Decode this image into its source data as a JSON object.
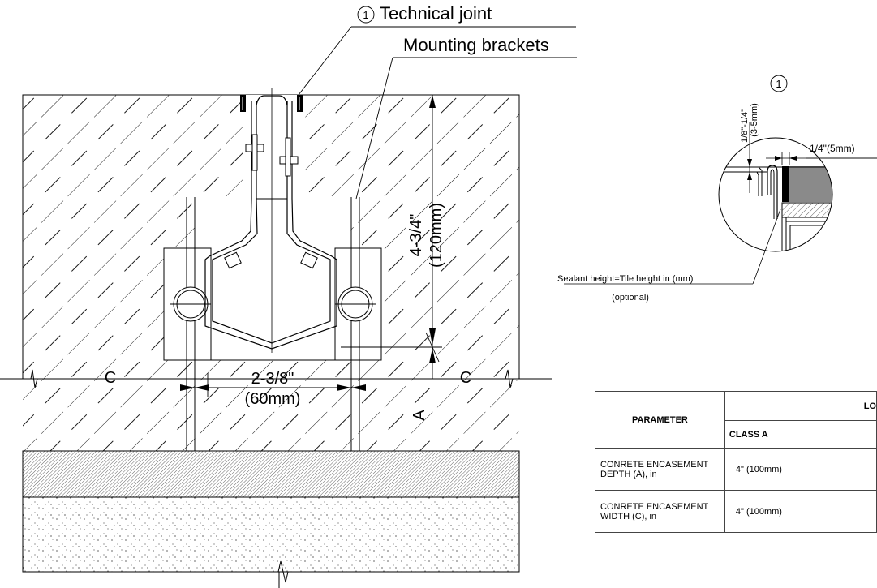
{
  "labels": {
    "technical_joint_num": "1",
    "technical_joint": "Technical joint",
    "mounting_brackets": "Mounting brackets",
    "height_in": "4-3/4\"",
    "height_mm": "(120mm)",
    "width_in": "2-3/8\"",
    "width_mm": "(60mm)",
    "c_left": "C",
    "c_right": "C",
    "a_label": "A",
    "detail_num": "1",
    "gap_in": "1/8\"-1/4\"",
    "gap_mm": "(3-5mm)",
    "edge": "1/4\"(5mm)",
    "sealant": "Sealant height=Tile height in (mm)",
    "optional": "(optional)"
  },
  "table": {
    "header_parameter": "PARAMETER",
    "header_group": "LO",
    "header_class": "CLASS A",
    "rows": [
      {
        "parameter": "CONRETE ENCASEMENT DEPTH (A), in",
        "value": "4\" (100mm)"
      },
      {
        "parameter": "CONRETE ENCASEMENT WIDTH (C), in",
        "value": "4\" (100mm)"
      }
    ]
  },
  "colors": {
    "line": "#000000",
    "seal": "#000000",
    "tile_grey": "#8a8a8a"
  }
}
